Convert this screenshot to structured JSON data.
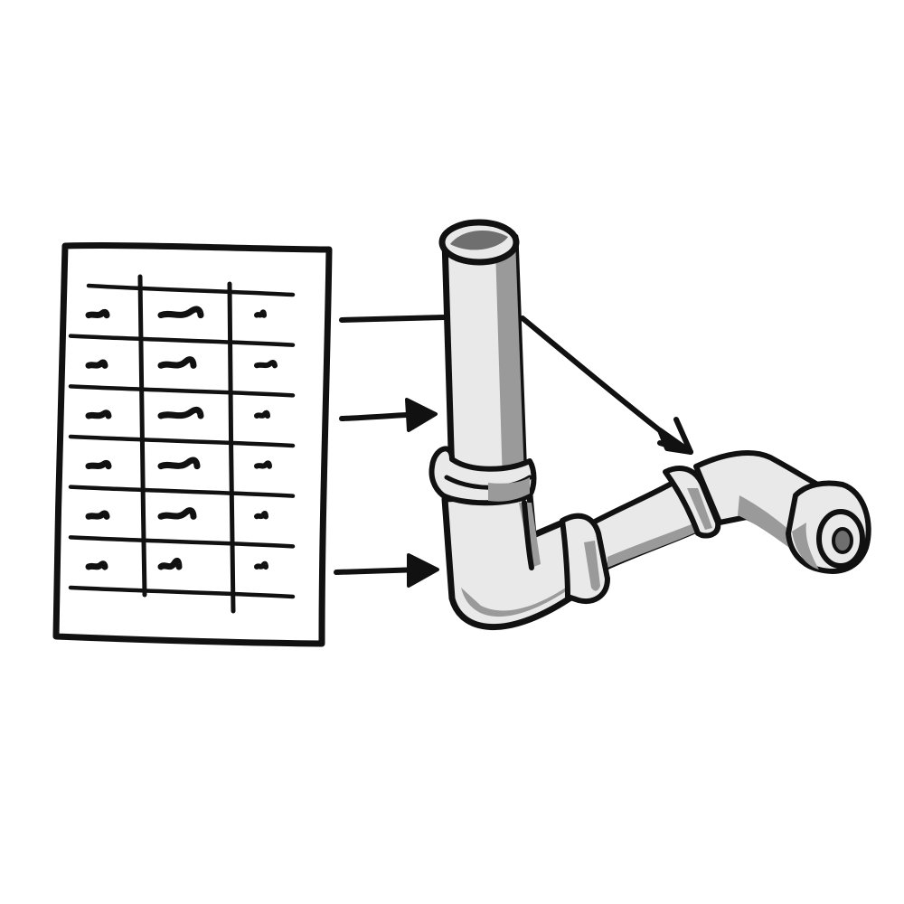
{
  "colors": {
    "ink": "#111111",
    "pipe_fill": "#e9e9e9",
    "pipe_shadow": "#9a9a9a",
    "pipe_inner": "#6f6f6f",
    "paper": "#ffffff"
  },
  "table": {
    "rows": 6,
    "columns": 3
  },
  "arrows": {
    "count": 3
  },
  "icons": [
    "data-table-icon",
    "pipe-assembly-icon",
    "arrow-icon"
  ]
}
